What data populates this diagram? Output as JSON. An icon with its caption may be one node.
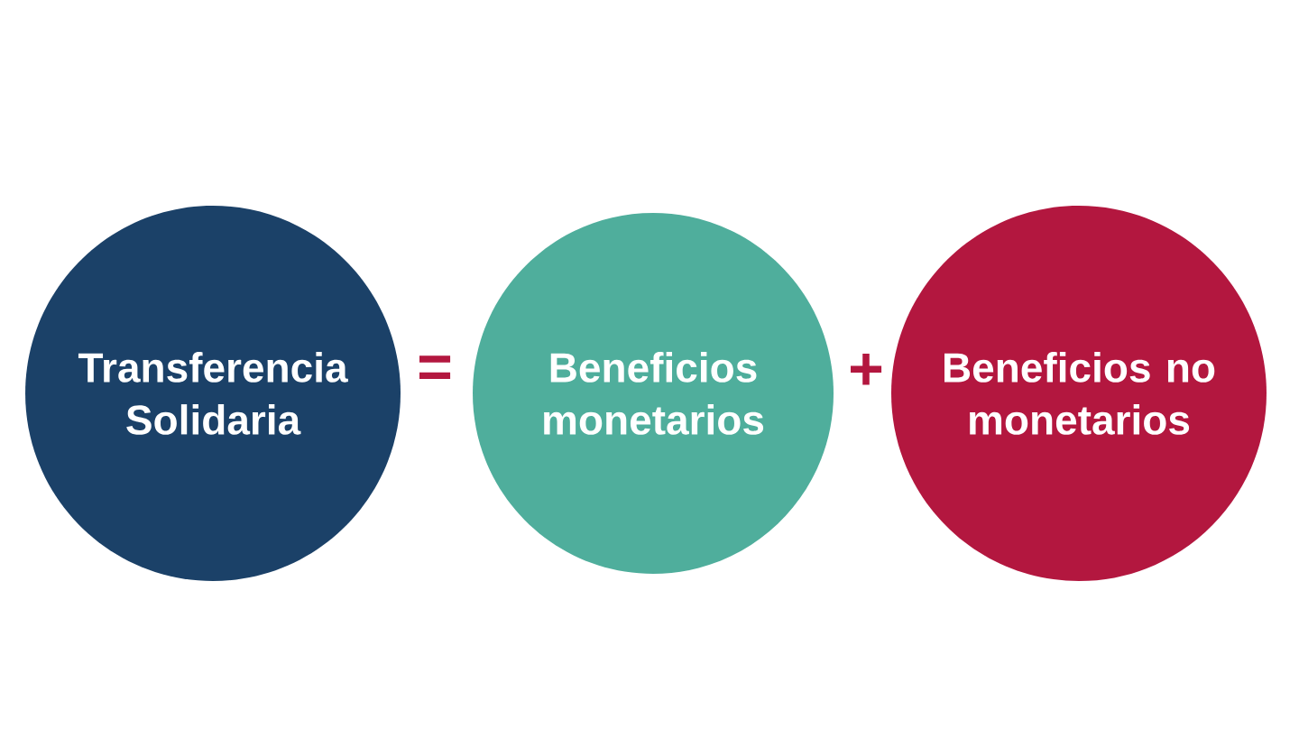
{
  "diagram": {
    "nodes": [
      {
        "text": [
          "Transferencia Solidaria"
        ]
      },
      {
        "text": [
          "Beneficios monetarios"
        ]
      },
      {
        "text": [
          "Beneficios no monetarios"
        ]
      }
    ],
    "labels": [
      "=",
      "+"
    ]
  }
}
